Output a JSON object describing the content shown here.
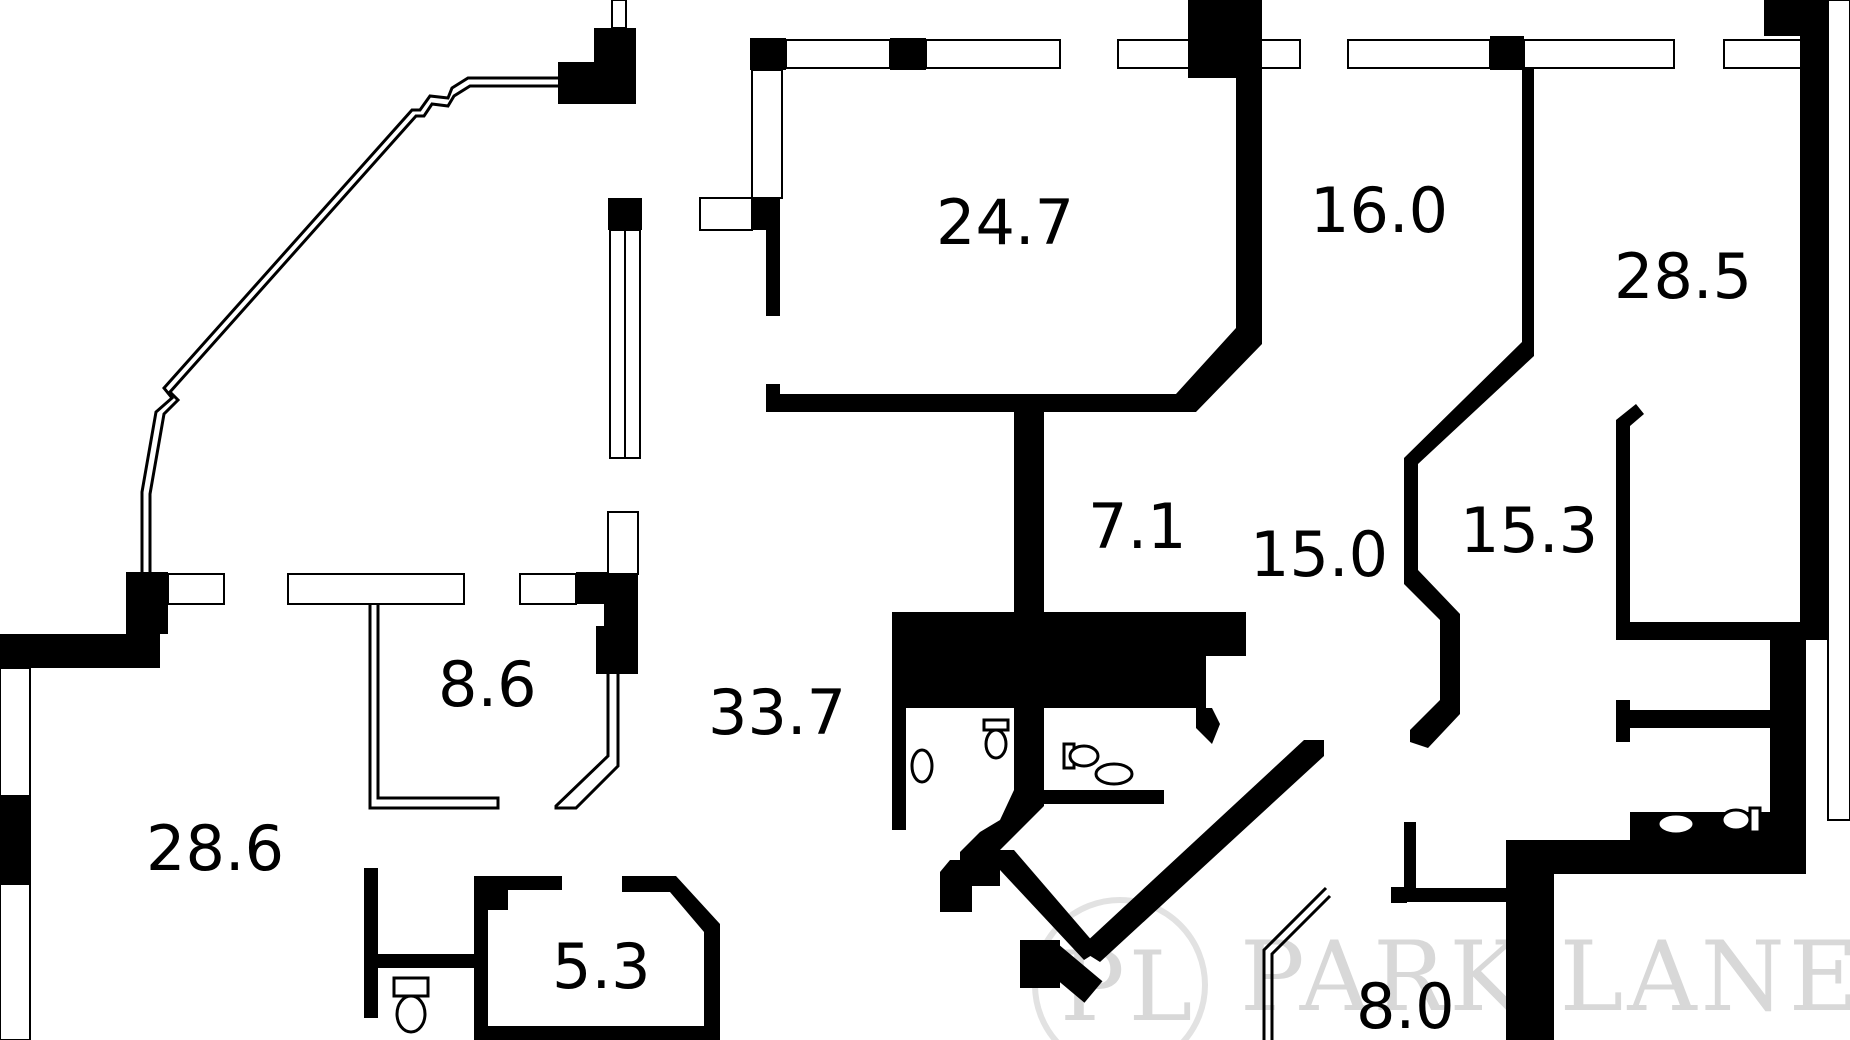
{
  "rooms": [
    {
      "id": "room-24-7",
      "area": "24.7"
    },
    {
      "id": "room-16-0",
      "area": "16.0"
    },
    {
      "id": "room-28-5",
      "area": "28.5"
    },
    {
      "id": "room-7-1",
      "area": "7.1"
    },
    {
      "id": "room-15-0",
      "area": "15.0"
    },
    {
      "id": "room-15-3",
      "area": "15.3"
    },
    {
      "id": "room-8-6",
      "area": "8.6"
    },
    {
      "id": "room-33-7",
      "area": "33.7"
    },
    {
      "id": "room-28-6",
      "area": "28.6"
    },
    {
      "id": "room-5-3",
      "area": "5.3"
    },
    {
      "id": "room-8-0",
      "area": "8.0"
    }
  ],
  "watermark": {
    "brand": "PARK LANE",
    "monogram": "PL"
  },
  "colors": {
    "wall": "#000000",
    "background": "#ffffff",
    "watermark": "#d8d8d8"
  }
}
